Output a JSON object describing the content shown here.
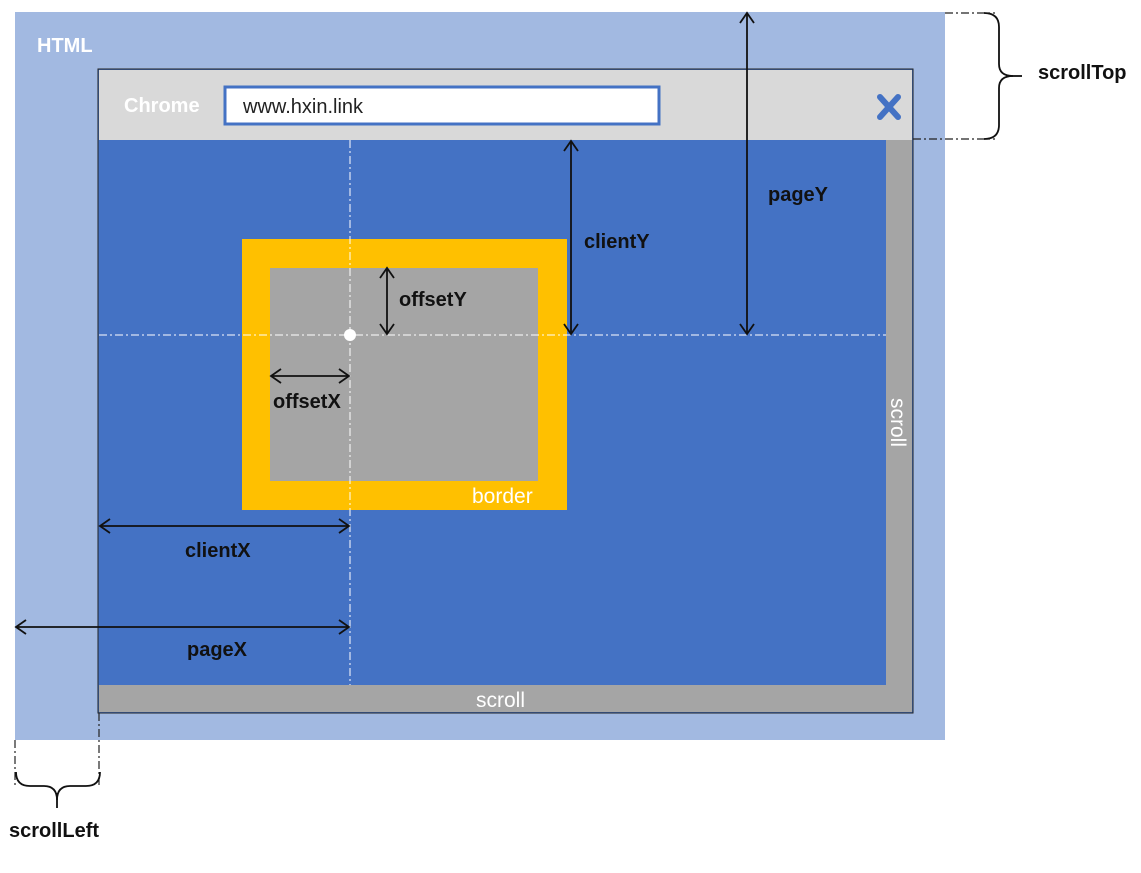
{
  "labels": {
    "html": "HTML",
    "browser": "Chrome",
    "url": "www.hxin.link",
    "border": "border",
    "scroll_vertical": "scroll",
    "scroll_horizontal": "scroll",
    "offsetY": "offsetY",
    "offsetX": "offsetX",
    "clientY": "clientY",
    "clientX": "clientX",
    "pageY": "pageY",
    "pageX": "pageX",
    "scrollTop": "scrollTop",
    "scrollLeft": "scrollLeft"
  },
  "icons": {
    "close": "close-icon"
  },
  "colors": {
    "html_bg": "#a2b9e1",
    "viewport": "#4472c4",
    "titlebar": "#d9d9d9",
    "border_box": "#ffc000",
    "content_box": "#a5a5a5",
    "scrollbar": "#a5a5a5",
    "url_frame": "#4472c4",
    "close": "#4472c4"
  }
}
